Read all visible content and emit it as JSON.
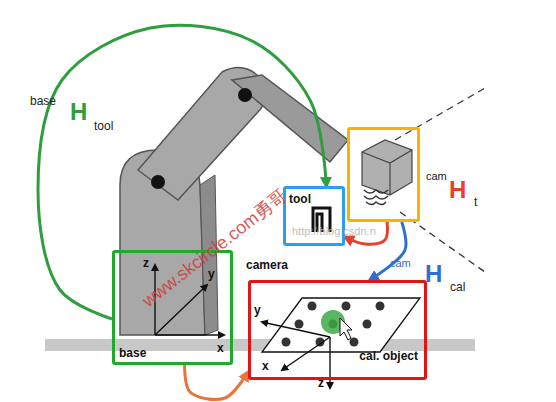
{
  "diagram": {
    "nodes": [
      {
        "text": [
          "base"
        ]
      },
      {
        "text": [
          "tool"
        ]
      },
      {
        "text": [
          "camera"
        ]
      },
      {
        "text": [
          "cal. object"
        ]
      }
    ],
    "edges": [
      {
        "from": 0,
        "to": 1,
        "arrow": "to"
      },
      {
        "from": 2,
        "to": 1,
        "arrow": "to"
      },
      {
        "from": 2,
        "to": 3,
        "arrow": "to"
      },
      {
        "from": 0,
        "to": 3,
        "arrow": "to"
      }
    ],
    "labels": [
      "base",
      "H",
      "tool",
      "cam",
      "H",
      "t",
      "cam",
      "H",
      "cal",
      "z",
      "y",
      "x",
      "y",
      "x",
      "z",
      "www.skcircle.com勇哥",
      "http://blog.csdn.n"
    ]
  }
}
